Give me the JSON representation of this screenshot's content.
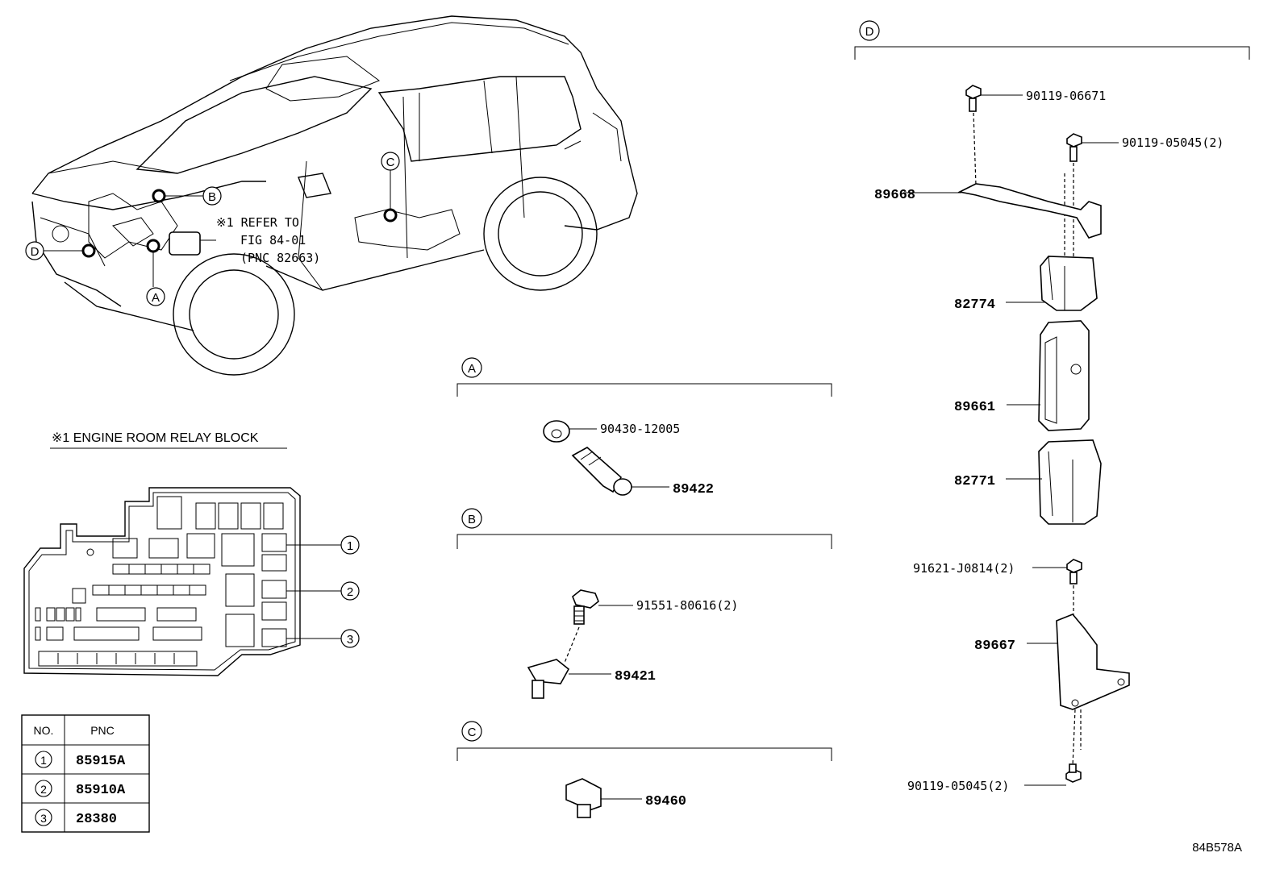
{
  "sections": {
    "A": {
      "marker": "A"
    },
    "B": {
      "marker": "B"
    },
    "C": {
      "marker": "C"
    },
    "D": {
      "marker": "D"
    }
  },
  "car_note": {
    "line1": "※1 REFER TO",
    "line2": "FIG 84-01",
    "line3": "(PNC 82663)"
  },
  "relay_block": {
    "title": "※1 ENGINE ROOM RELAY BLOCK",
    "callouts": [
      "1",
      "2",
      "3"
    ]
  },
  "pnc_table": {
    "headers": [
      "NO.",
      "PNC"
    ],
    "rows": [
      {
        "no": "1",
        "pnc": "85915A"
      },
      {
        "no": "2",
        "pnc": "85910A"
      },
      {
        "no": "3",
        "pnc": "28380"
      }
    ]
  },
  "parts_a": [
    "90430-12005",
    "89422"
  ],
  "parts_b": [
    "91551-80616(2)",
    "89421"
  ],
  "parts_c": [
    "89460"
  ],
  "parts_d": [
    "90119-06671",
    "90119-05045(2)",
    "89668",
    "82774",
    "89661",
    "82771",
    "91621-J0814(2)",
    "89667",
    "90119-05045(2)"
  ],
  "figure_id": "84B578A"
}
